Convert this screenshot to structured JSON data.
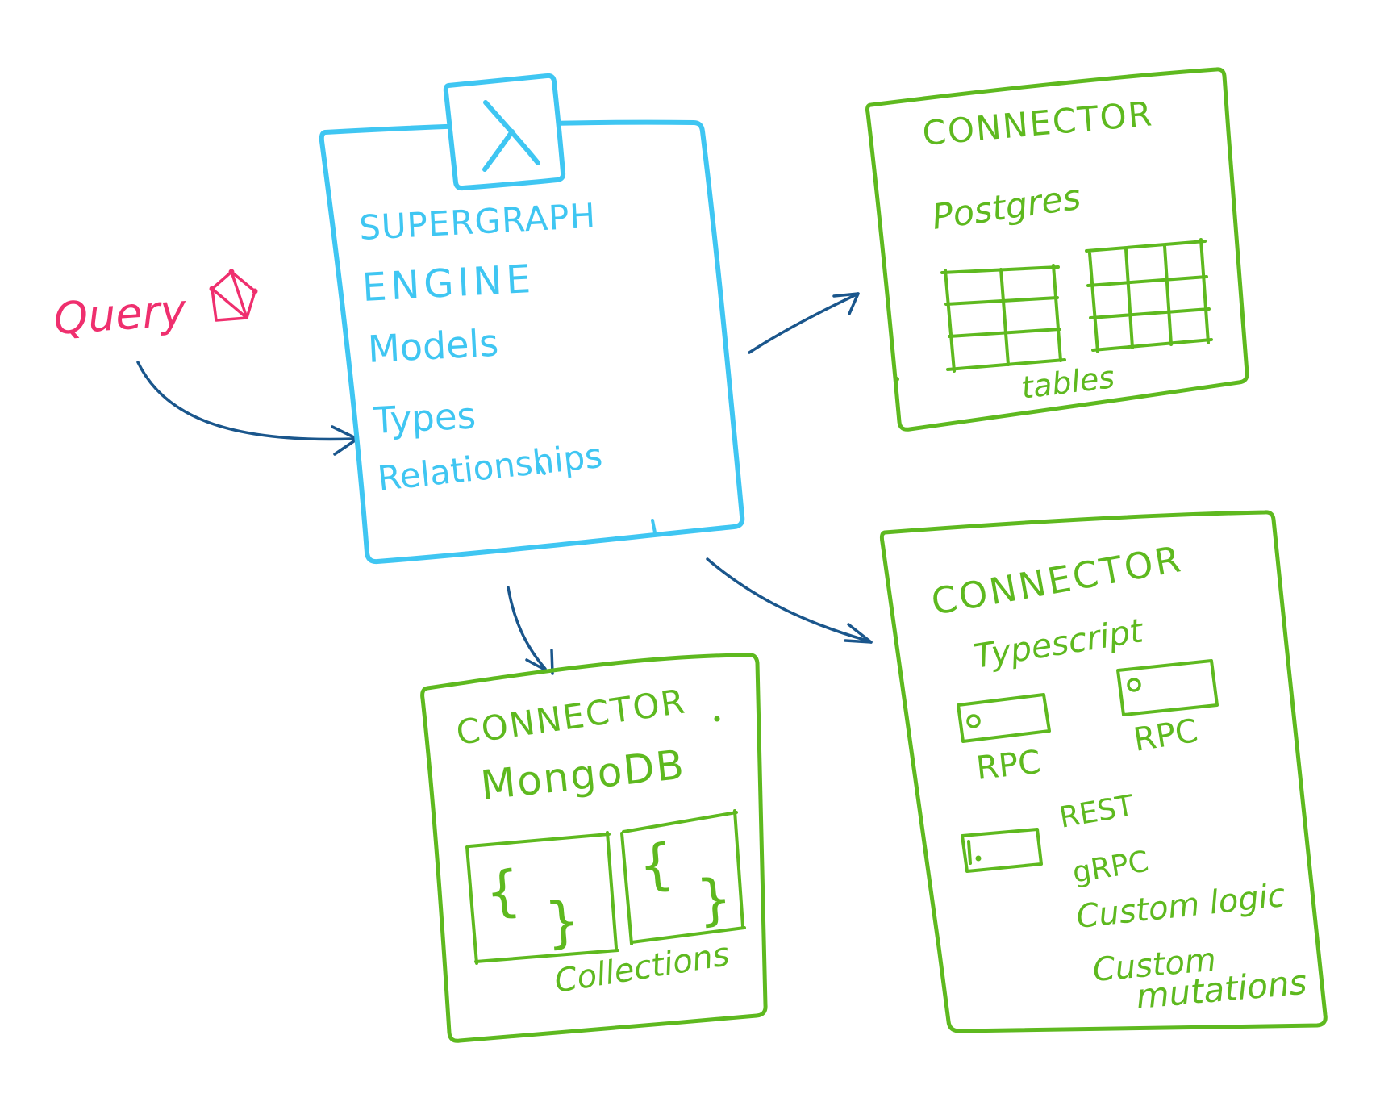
{
  "colors": {
    "background": "#ffffff",
    "query_pink": "#ef2f6e",
    "engine_cyan": "#3fc6f2",
    "connector_green": "#5eb91f",
    "arrow_navy": "#1a568c"
  },
  "query": {
    "label": "Query",
    "icon": "graph-polygon-icon"
  },
  "engine": {
    "badge_icon": "lambda-icon",
    "title_line1": "SUPERGRAPH",
    "title_line2": "ENGINE",
    "items": [
      "Models",
      "Types",
      "Relationships"
    ]
  },
  "connectors": {
    "postgres": {
      "title": "CONNECTOR",
      "subtitle": "Postgres",
      "caption": "tables",
      "icon": "table-grid-icon",
      "icon_count": 2
    },
    "mongodb": {
      "title": "CONNECTOR",
      "subtitle": "MongoDB",
      "caption": "Collections",
      "icon": "document-braces-icon",
      "icon_count": 2,
      "brace_open": "{",
      "brace_close": "}"
    },
    "typescript": {
      "title": "CONNECTOR",
      "subtitle": "Typescript",
      "icon": "endpoint-box-icon",
      "rpc_left_label": "RPC",
      "rpc_right_label": "RPC",
      "rest_label": "REST",
      "grpc_label": "gRPC",
      "custom_logic_label": "Custom logic",
      "custom_mutations_line1": "Custom",
      "custom_mutations_line2": "mutations"
    }
  },
  "edges": [
    {
      "from": "query",
      "to": "supergraph-engine"
    },
    {
      "from": "supergraph-engine",
      "to": "connector-postgres"
    },
    {
      "from": "supergraph-engine",
      "to": "connector-mongodb"
    },
    {
      "from": "supergraph-engine",
      "to": "connector-typescript"
    }
  ]
}
